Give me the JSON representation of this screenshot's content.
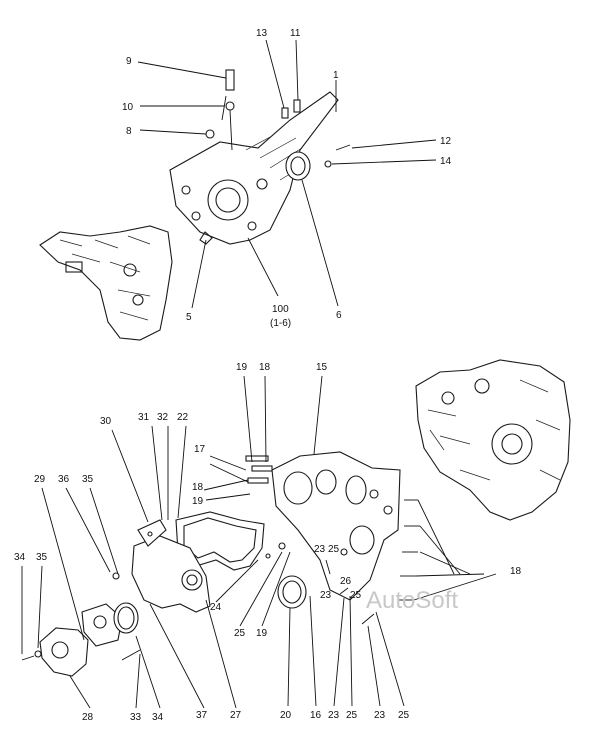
{
  "watermark": "AutoSoft",
  "assembly_label": {
    "number": "100",
    "range": "(1-6)"
  },
  "callouts": {
    "c9": "9",
    "c10": "10",
    "c8": "8",
    "c13": "13",
    "c11": "11",
    "c1": "1",
    "c12": "12",
    "c14": "14",
    "c5": "5",
    "c6": "6",
    "c19a": "19",
    "c18a": "18",
    "c15": "15",
    "c30": "30",
    "c31": "31",
    "c32": "32",
    "c22": "22",
    "c17": "17",
    "c18b": "18",
    "c19b": "19",
    "c29": "29",
    "c36": "36",
    "c35a": "35",
    "c34a": "34",
    "c35b": "35",
    "c23a": "23",
    "c25a": "25",
    "c26": "26",
    "c23b": "23",
    "c25b": "25",
    "c18c": "18",
    "c24": "24",
    "c25c": "25",
    "c19c": "19",
    "c28": "28",
    "c33": "33",
    "c34b": "34",
    "c37": "37",
    "c27": "27",
    "c20": "20",
    "c16": "16",
    "c23c": "23",
    "c25d": "25",
    "c23d": "23",
    "c25e": "25"
  }
}
